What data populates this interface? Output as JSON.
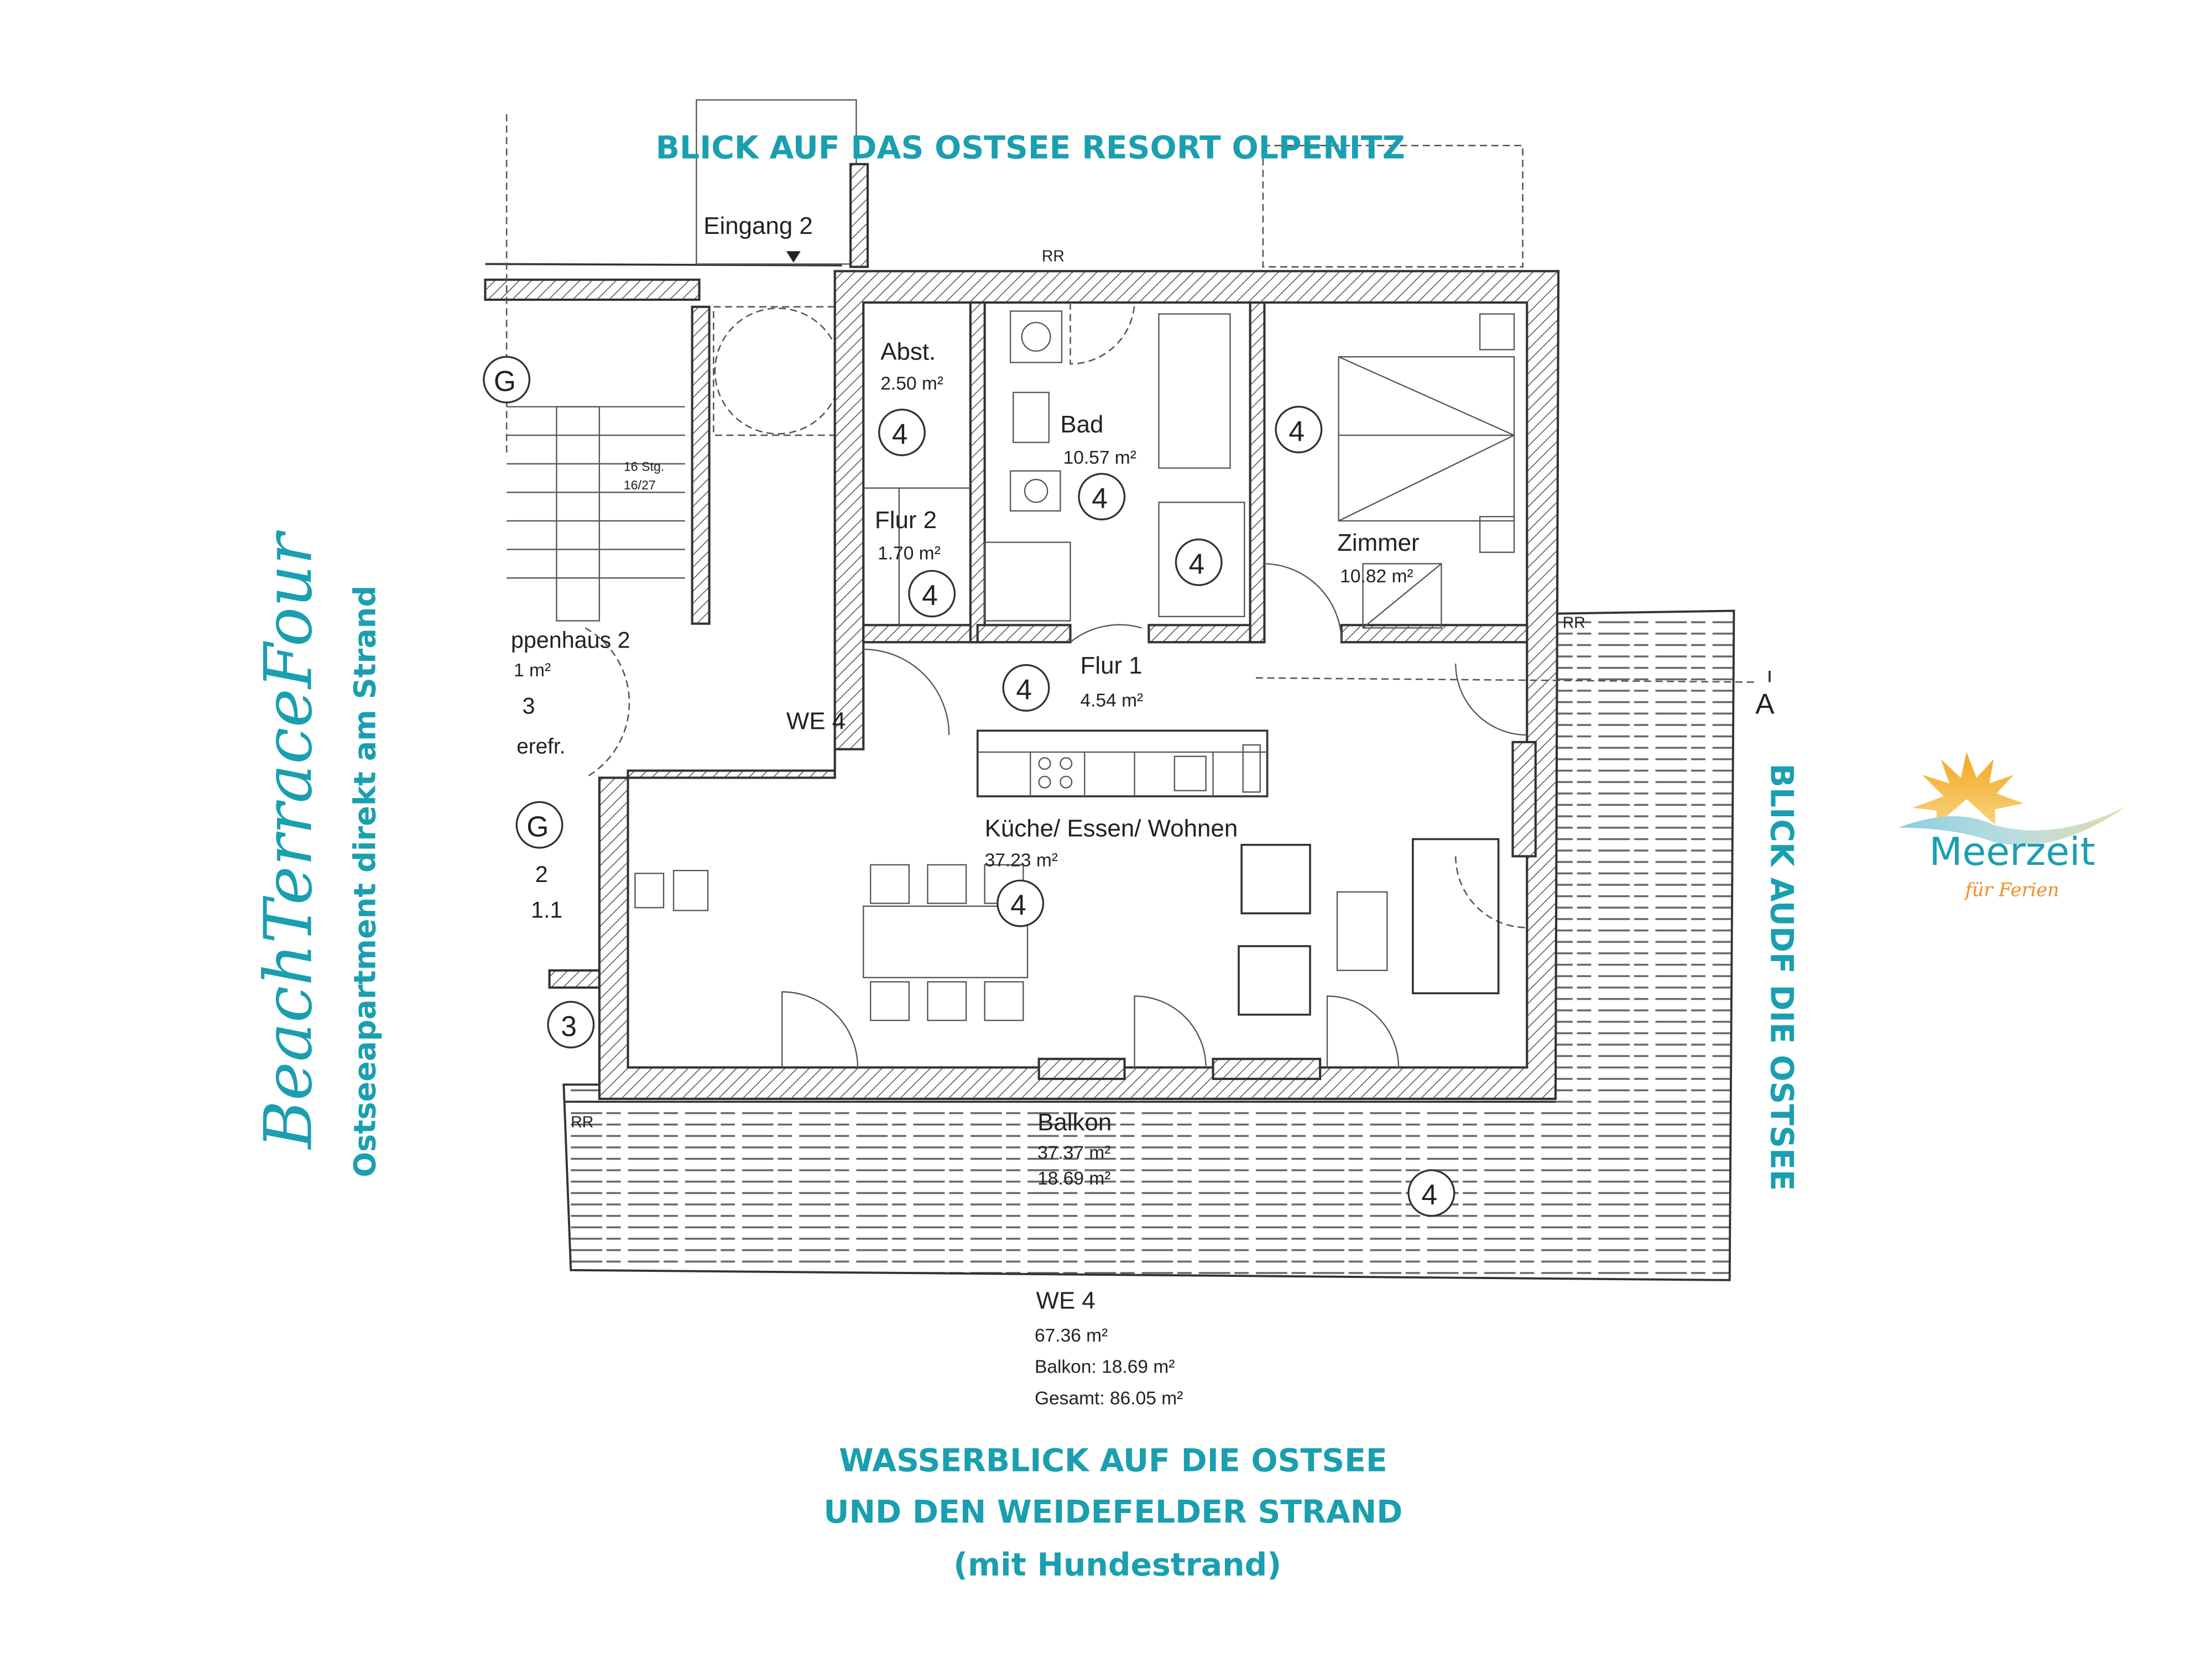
{
  "headings": {
    "top": "BLICK AUF DAS OSTSEE RESORT OLPENITZ",
    "right": "BLICK AUDF DIE OSTSEE",
    "bottom_line1": "WASSERBLICK AUF DIE OSTSEE",
    "bottom_line2": "UND DEN WEIDEFELDER STRAND",
    "bottom_line3": "(mit Hundestrand)"
  },
  "branding": {
    "title": "BeachTerraceFour",
    "subtitle": "Ostseeapartment direkt am Strand",
    "logo_name": "Meerzeit",
    "logo_tagline": "für Ferien"
  },
  "colors": {
    "accent": "#1a9fb0",
    "sun": "#f5b335",
    "tagline": "#ef8f22"
  },
  "plan": {
    "entrance": "Eingang 2",
    "rr_top": "RR",
    "rr_right": "RR",
    "rr_balcony": "RR",
    "section_mark": "A",
    "stairs_steps": "16 Stg.",
    "stairs_ratio": "16/27",
    "stairwell": "ppenhaus 2",
    "stairwell_area": "1 m²",
    "stairwell_num": "3",
    "stairwell_note": "erefr.",
    "left_g1": "G",
    "left_g2": "G",
    "left_num2": "2",
    "left_num3": "1.1",
    "left_circle3": "3",
    "unit_door": "WE 4",
    "unit_marker": "4",
    "rooms": [
      {
        "name": "Abst.",
        "area": "2.50 m²"
      },
      {
        "name": "Bad",
        "area": "10.57 m²"
      },
      {
        "name": "Flur 2",
        "area": "1.70 m²"
      },
      {
        "name": "Zimmer",
        "area": "10.82 m²"
      },
      {
        "name": "Flur 1",
        "area": "4.54 m²"
      },
      {
        "name": "Küche/ Essen/ Wohnen",
        "area": "37.23 m²"
      },
      {
        "name": "Balkon",
        "area": "37.37 m²",
        "area2": "18.69 m²"
      }
    ],
    "summary": {
      "unit": "WE 4",
      "area": "67.36 m²",
      "balcony": "Balkon: 18.69 m²",
      "total": "Gesamt: 86.05 m²"
    }
  }
}
